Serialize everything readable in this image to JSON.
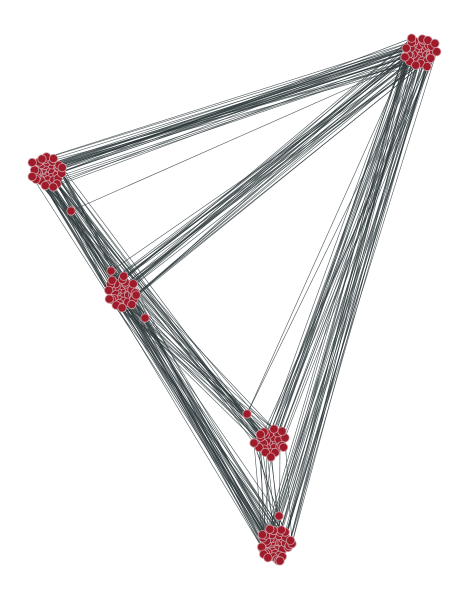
{
  "graph": {
    "background": "#ffffff",
    "edge_color": "#2f3a3c",
    "node_fill": "#a01b2a",
    "node_stroke": "#c9a0a6",
    "clusters": [
      {
        "id": "top-right",
        "node_count": 40
      },
      {
        "id": "left",
        "node_count": 40
      },
      {
        "id": "middle-left",
        "node_count": 38
      },
      {
        "id": "lower-middle",
        "node_count": 26
      },
      {
        "id": "bottom",
        "node_count": 42
      }
    ],
    "inter_cluster_edges": [
      {
        "from": "top-right",
        "to": "left",
        "count": 34
      },
      {
        "from": "top-right",
        "to": "middle-left",
        "count": 30
      },
      {
        "from": "top-right",
        "to": "lower-middle",
        "count": 24
      },
      {
        "from": "top-right",
        "to": "bottom",
        "count": 30
      },
      {
        "from": "left",
        "to": "middle-left",
        "count": 22
      },
      {
        "from": "left",
        "to": "lower-middle",
        "count": 16
      },
      {
        "from": "left",
        "to": "bottom",
        "count": 22
      },
      {
        "from": "middle-left",
        "to": "lower-middle",
        "count": 18
      },
      {
        "from": "middle-left",
        "to": "bottom",
        "count": 20
      },
      {
        "from": "lower-middle",
        "to": "bottom",
        "count": 14
      }
    ]
  }
}
